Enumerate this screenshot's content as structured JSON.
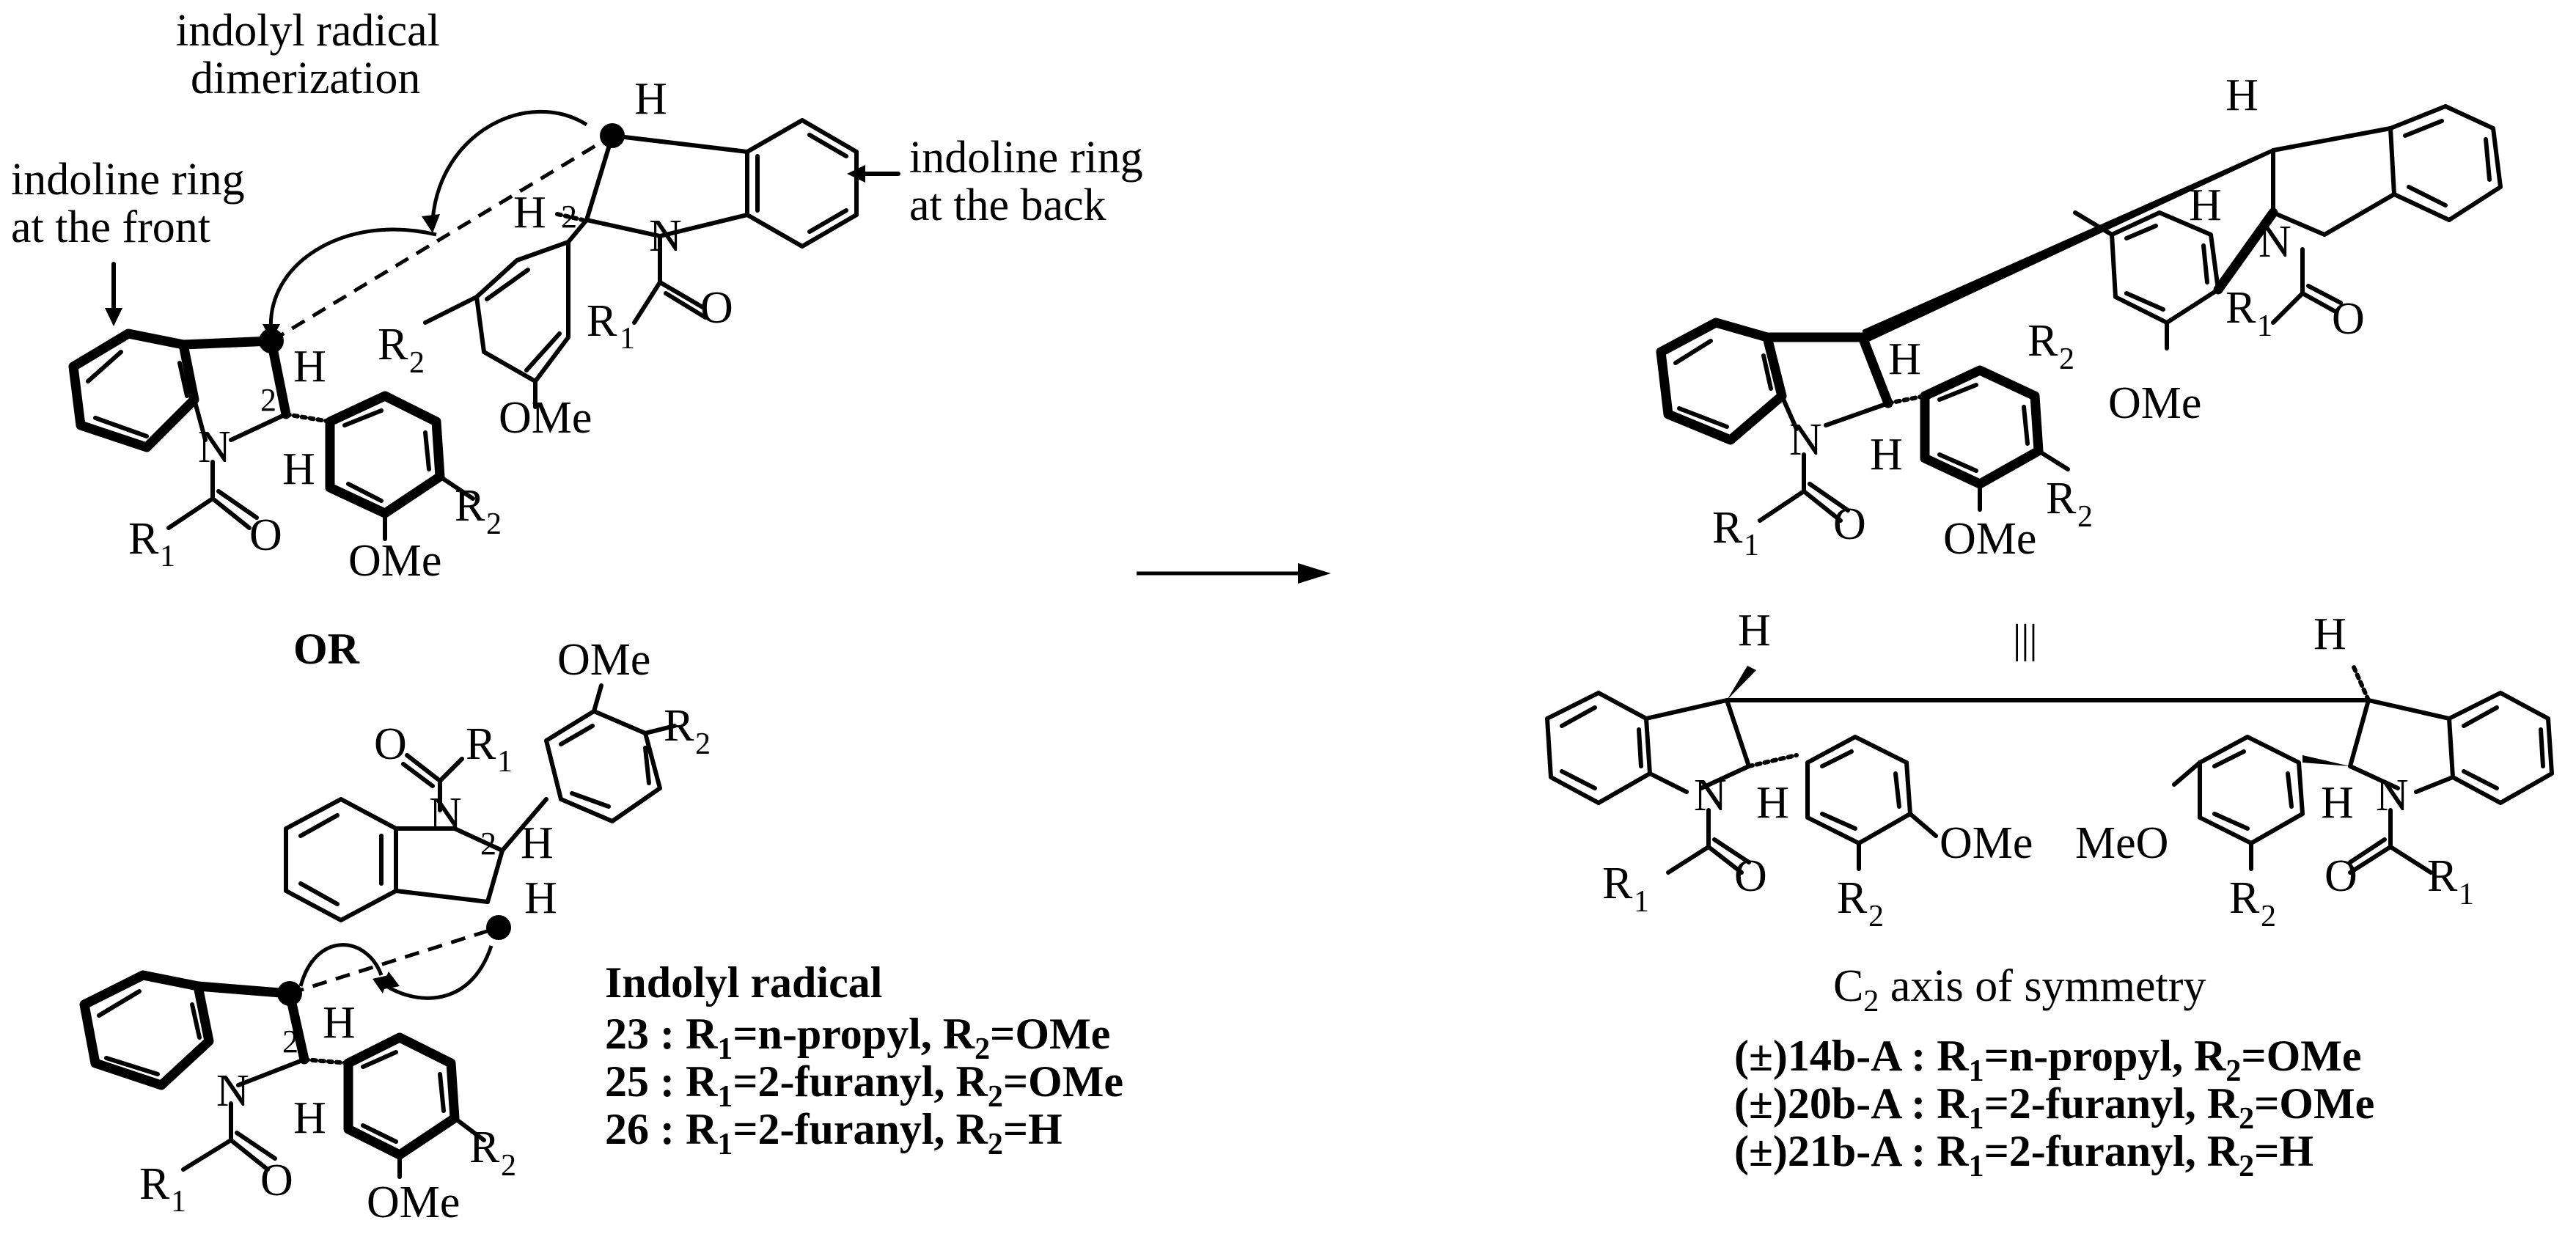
{
  "annotations": {
    "dimerization_1": "indolyl radical",
    "dimerization_2": "dimerization",
    "front_1": "indoline ring",
    "front_2": "at the front",
    "back_1": "indoline ring",
    "back_2": "at the back",
    "or": "OR"
  },
  "atoms": {
    "H": "H",
    "N": "N",
    "O": "O",
    "R": "R",
    "sub1": "1",
    "sub2": "2",
    "OMe": "OMe",
    "MeO": "MeO",
    "MeO_prefix": "MeO",
    "pos2": "2",
    "equiv": "|||"
  },
  "radicals": {
    "title": "Indolyl radical",
    "items": [
      {
        "id": "23",
        "r1": "n-propyl",
        "r2": "OMe"
      },
      {
        "id": "25",
        "r1": "2-furanyl",
        "r2": "OMe"
      },
      {
        "id": "26",
        "r1": "2-furanyl",
        "r2": "H"
      }
    ]
  },
  "symmetry": {
    "c": "C",
    "sub": "2",
    "text": " axis of symmetry"
  },
  "products": [
    {
      "id": "(±)14b-A",
      "r1": "n-propyl",
      "r2": "OMe"
    },
    {
      "id": "(±)20b-A",
      "r1": "2-furanyl",
      "r2": "OMe"
    },
    {
      "id": "(±)21b-A",
      "r1": "2-furanyl",
      "r2": "H"
    }
  ]
}
